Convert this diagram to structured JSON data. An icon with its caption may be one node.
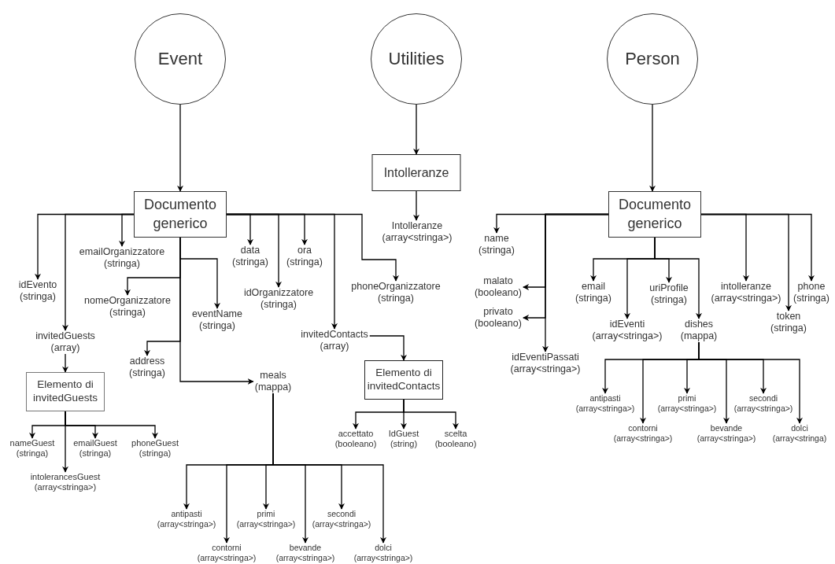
{
  "diagram": {
    "nodes": [
      {
        "text": [
          "Event"
        ]
      },
      {
        "text": [
          "Utilities"
        ]
      },
      {
        "text": [
          "Person"
        ]
      },
      {
        "text": [
          "Documento generico"
        ]
      },
      {
        "text": [
          "Intolleranze"
        ]
      },
      {
        "text": [
          "Intolleranze (array<stringa>)"
        ]
      },
      {
        "text": [
          "idEvento (stringa)"
        ]
      },
      {
        "text": [
          "invitedGuests (array)"
        ]
      },
      {
        "text": [
          "emailOrganizzatore (stringa)"
        ]
      },
      {
        "text": [
          "nomeOrganizzatore (stringa)"
        ]
      },
      {
        "text": [
          "eventName (stringa)"
        ]
      },
      {
        "text": [
          "address (stringa)"
        ]
      },
      {
        "text": [
          "meals (mappa)"
        ]
      },
      {
        "text": [
          "data (stringa)"
        ]
      },
      {
        "text": [
          "idOrganizzatore (stringa)"
        ]
      },
      {
        "text": [
          "ora (stringa)"
        ]
      },
      {
        "text": [
          "invitedContacts (array)"
        ]
      },
      {
        "text": [
          "phoneOrganizzatore (stringa)"
        ]
      },
      {
        "text": [
          "Elemento di invitedGuests"
        ]
      },
      {
        "text": [
          "nameGuest (stringa)"
        ]
      },
      {
        "text": [
          "emailGuest (stringa)"
        ]
      },
      {
        "text": [
          "phoneGuest (stringa)"
        ]
      },
      {
        "text": [
          "intolerancesGuest (array<stringa>)"
        ]
      },
      {
        "text": [
          "Elemento di invitedContacts"
        ]
      },
      {
        "text": [
          "accettato (booleano)"
        ]
      },
      {
        "text": [
          "IdGuest (string)"
        ]
      },
      {
        "text": [
          "scelta (booleano)"
        ]
      },
      {
        "text": [
          "antipasti (array<stringa>)"
        ]
      },
      {
        "text": [
          "contorni (array<stringa>)"
        ]
      },
      {
        "text": [
          "primi (array<stringa>)"
        ]
      },
      {
        "text": [
          "bevande (array<stringa>)"
        ]
      },
      {
        "text": [
          "secondi (array<stringa>)"
        ]
      },
      {
        "text": [
          "dolci (array<stringa>)"
        ]
      },
      {
        "text": [
          "Documento generico"
        ]
      },
      {
        "text": [
          "name (stringa)"
        ]
      },
      {
        "text": [
          "malato (booleano)"
        ]
      },
      {
        "text": [
          "privato (booleano)"
        ]
      },
      {
        "text": [
          "idEventiPassati (array<stringa>)"
        ]
      },
      {
        "text": [
          "email (stringa)"
        ]
      },
      {
        "text": [
          "uriProfile (stringa)"
        ]
      },
      {
        "text": [
          "intolleranze (array<stringa>)"
        ]
      },
      {
        "text": [
          "phone (stringa)"
        ]
      },
      {
        "text": [
          "idEventi (array<stringa>)"
        ]
      },
      {
        "text": [
          "dishes (mappa)"
        ]
      },
      {
        "text": [
          "token (stringa)"
        ]
      },
      {
        "text": [
          "antipasti (array<stringa>)"
        ]
      },
      {
        "text": [
          "contorni (array<stringa>)"
        ]
      },
      {
        "text": [
          "primi (array<stringa>)"
        ]
      },
      {
        "text": [
          "bevande (array<stringa>)"
        ]
      },
      {
        "text": [
          "secondi (array<stringa>)"
        ]
      },
      {
        "text": [
          "dolci (array<stringa)"
        ]
      }
    ],
    "edges": [
      {
        "from": 0,
        "to": 3,
        "arrow": "to"
      },
      {
        "from": 1,
        "to": 4,
        "arrow": "to"
      },
      {
        "from": 4,
        "to": 5,
        "arrow": "to"
      },
      {
        "from": 3,
        "to": 6,
        "arrow": "to"
      },
      {
        "from": 3,
        "to": 7,
        "arrow": "to"
      },
      {
        "from": 3,
        "to": 8,
        "arrow": "to"
      },
      {
        "from": 3,
        "to": 9,
        "arrow": "to"
      },
      {
        "from": 3,
        "to": 10,
        "arrow": "to"
      },
      {
        "from": 3,
        "to": 11,
        "arrow": "to"
      },
      {
        "from": 3,
        "to": 12,
        "arrow": "to"
      },
      {
        "from": 3,
        "to": 13,
        "arrow": "to"
      },
      {
        "from": 3,
        "to": 14,
        "arrow": "to"
      },
      {
        "from": 3,
        "to": 15,
        "arrow": "to"
      },
      {
        "from": 3,
        "to": 16,
        "arrow": "to"
      },
      {
        "from": 3,
        "to": 17,
        "arrow": "to"
      },
      {
        "from": 7,
        "to": 18,
        "arrow": "to"
      },
      {
        "from": 16,
        "to": 23,
        "arrow": "to"
      },
      {
        "from": 18,
        "to": 19,
        "arrow": "to"
      },
      {
        "from": 18,
        "to": 20,
        "arrow": "to"
      },
      {
        "from": 18,
        "to": 21,
        "arrow": "to"
      },
      {
        "from": 18,
        "to": 22,
        "arrow": "to"
      },
      {
        "from": 23,
        "to": 24,
        "arrow": "to"
      },
      {
        "from": 23,
        "to": 25,
        "arrow": "to"
      },
      {
        "from": 23,
        "to": 26,
        "arrow": "to"
      },
      {
        "from": 12,
        "to": 27,
        "arrow": "to"
      },
      {
        "from": 12,
        "to": 28,
        "arrow": "to"
      },
      {
        "from": 12,
        "to": 29,
        "arrow": "to"
      },
      {
        "from": 12,
        "to": 30,
        "arrow": "to"
      },
      {
        "from": 12,
        "to": 31,
        "arrow": "to"
      },
      {
        "from": 12,
        "to": 32,
        "arrow": "to"
      },
      {
        "from": 2,
        "to": 33,
        "arrow": "to"
      },
      {
        "from": 33,
        "to": 34,
        "arrow": "to"
      },
      {
        "from": 33,
        "to": 35,
        "arrow": "to"
      },
      {
        "from": 33,
        "to": 36,
        "arrow": "to"
      },
      {
        "from": 33,
        "to": 37,
        "arrow": "to"
      },
      {
        "from": 33,
        "to": 38,
        "arrow": "to"
      },
      {
        "from": 33,
        "to": 39,
        "arrow": "to"
      },
      {
        "from": 33,
        "to": 40,
        "arrow": "to"
      },
      {
        "from": 33,
        "to": 41,
        "arrow": "to"
      },
      {
        "from": 33,
        "to": 42,
        "arrow": "to"
      },
      {
        "from": 33,
        "to": 43,
        "arrow": "to"
      },
      {
        "from": 33,
        "to": 44,
        "arrow": "to"
      },
      {
        "from": 43,
        "to": 45,
        "arrow": "to"
      },
      {
        "from": 43,
        "to": 46,
        "arrow": "to"
      },
      {
        "from": 43,
        "to": 47,
        "arrow": "to"
      },
      {
        "from": 43,
        "to": 48,
        "arrow": "to"
      },
      {
        "from": 43,
        "to": 49,
        "arrow": "to"
      },
      {
        "from": 43,
        "to": 50,
        "arrow": "to"
      }
    ]
  }
}
